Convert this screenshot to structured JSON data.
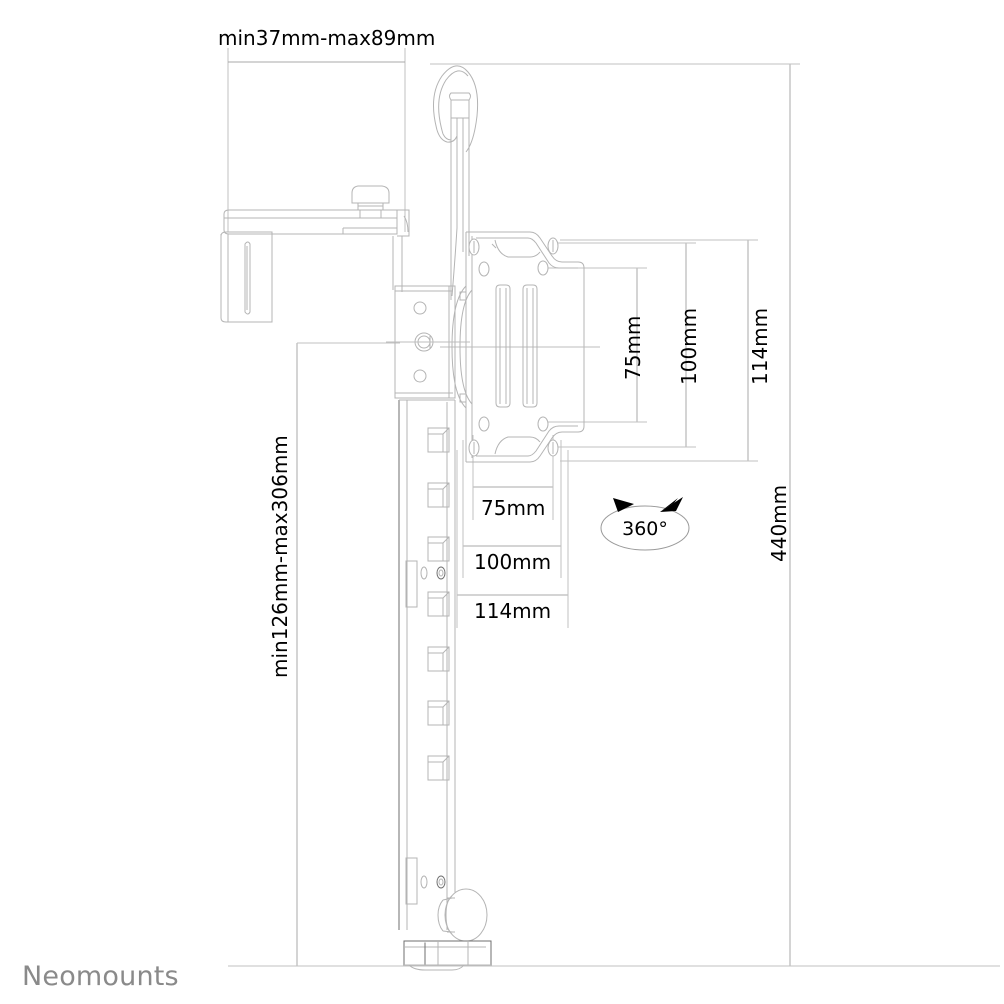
{
  "document": {
    "type": "technical-drawing",
    "subject": "monitor desk mount with vertical pole and VESA plate",
    "background_color": "#ffffff",
    "line_color": "#b4b4b4",
    "text_color": "#000000"
  },
  "brand": {
    "name": "Neomounts",
    "color": "#8a8a8a"
  },
  "dimensions": {
    "top_clamp": {
      "label": "min37mm-max89mm",
      "orientation": "horizontal",
      "position": "top"
    },
    "pole_height": {
      "label": "min126mm-max306mm",
      "orientation": "vertical",
      "position": "left"
    },
    "vesa_vertical_75": {
      "label": "75mm",
      "orientation": "vertical",
      "position": "right"
    },
    "vesa_vertical_100": {
      "label": "100mm",
      "orientation": "vertical",
      "position": "right"
    },
    "plate_vertical_114": {
      "label": "114mm",
      "orientation": "vertical",
      "position": "right"
    },
    "total_height_440": {
      "label": "440mm",
      "orientation": "vertical",
      "position": "far-right"
    },
    "vesa_horizontal_75": {
      "label": "75mm",
      "orientation": "horizontal",
      "position": "below-plate"
    },
    "vesa_horizontal_100": {
      "label": "100mm",
      "orientation": "horizontal",
      "position": "below-plate"
    },
    "plate_horizontal_114": {
      "label": "114mm",
      "orientation": "horizontal",
      "position": "below-plate"
    }
  },
  "annotations": {
    "rotation": {
      "label": "360°",
      "icon": "rotation-ellipse-icon",
      "description": "full rotation indicator"
    }
  }
}
